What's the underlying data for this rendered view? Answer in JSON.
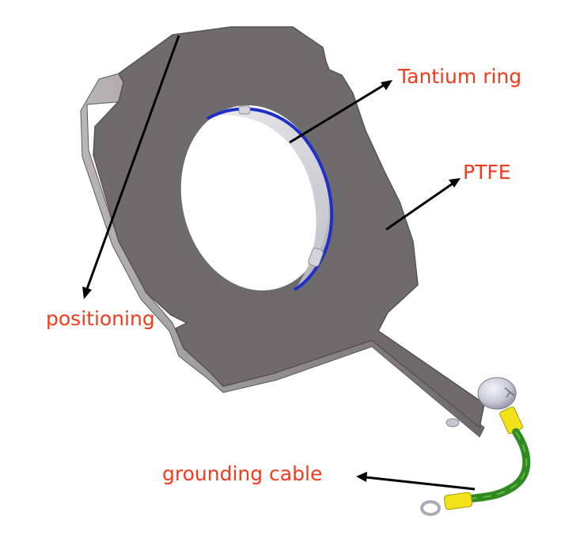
{
  "labels": {
    "tantium_ring": "Tantium ring",
    "ptfe": "PTFE",
    "positioning": "positioning",
    "grounding_cable": "grounding cable"
  },
  "colors": {
    "label_text": "#f53a1a",
    "arrow": "#000000",
    "ptfe_face": "#6e6b6c",
    "ptfe_edge": "#9a9899",
    "tantium_ring": "#1f2fc8",
    "cable_green": "#2f8a22",
    "cable_yellow": "#f2e21a",
    "screw": "#c9cbd6"
  }
}
